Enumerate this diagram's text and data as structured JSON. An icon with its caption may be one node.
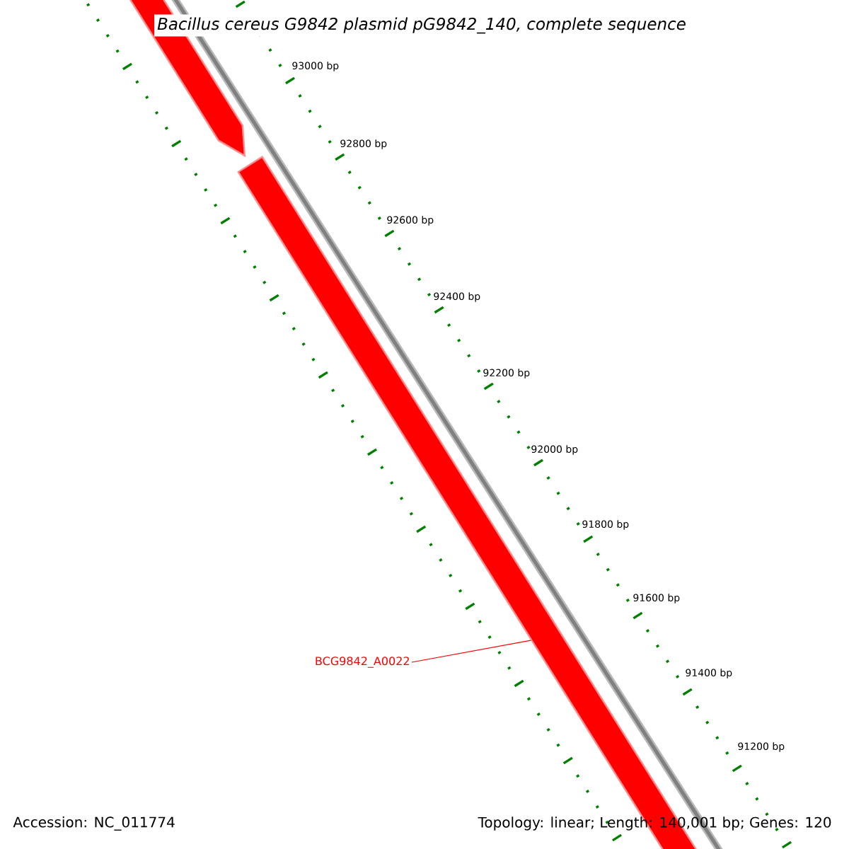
{
  "diagram": {
    "title": "Bacillus cereus G9842 plasmid pG9842_140, complete sequence",
    "nodes": [
      {
        "text": [
          "BCG9842_A0022"
        ]
      },
      {
        "text": [],
        "shape": "arrow"
      }
    ],
    "edges": [
      {
        "from": 0,
        "to": 1,
        "arrow": "none",
        "color": "#ff0000"
      }
    ],
    "labels": [
      "93000 bp",
      "92800 bp",
      "92600 bp",
      "92400 bp",
      "92200 bp",
      "92000 bp",
      "91800 bp",
      "91600 bp",
      "91400 bp",
      "91200 bp",
      "Accession: NC_011774",
      "Topology: linear; Length: 140,001 bp; Genes: 120"
    ]
  }
}
